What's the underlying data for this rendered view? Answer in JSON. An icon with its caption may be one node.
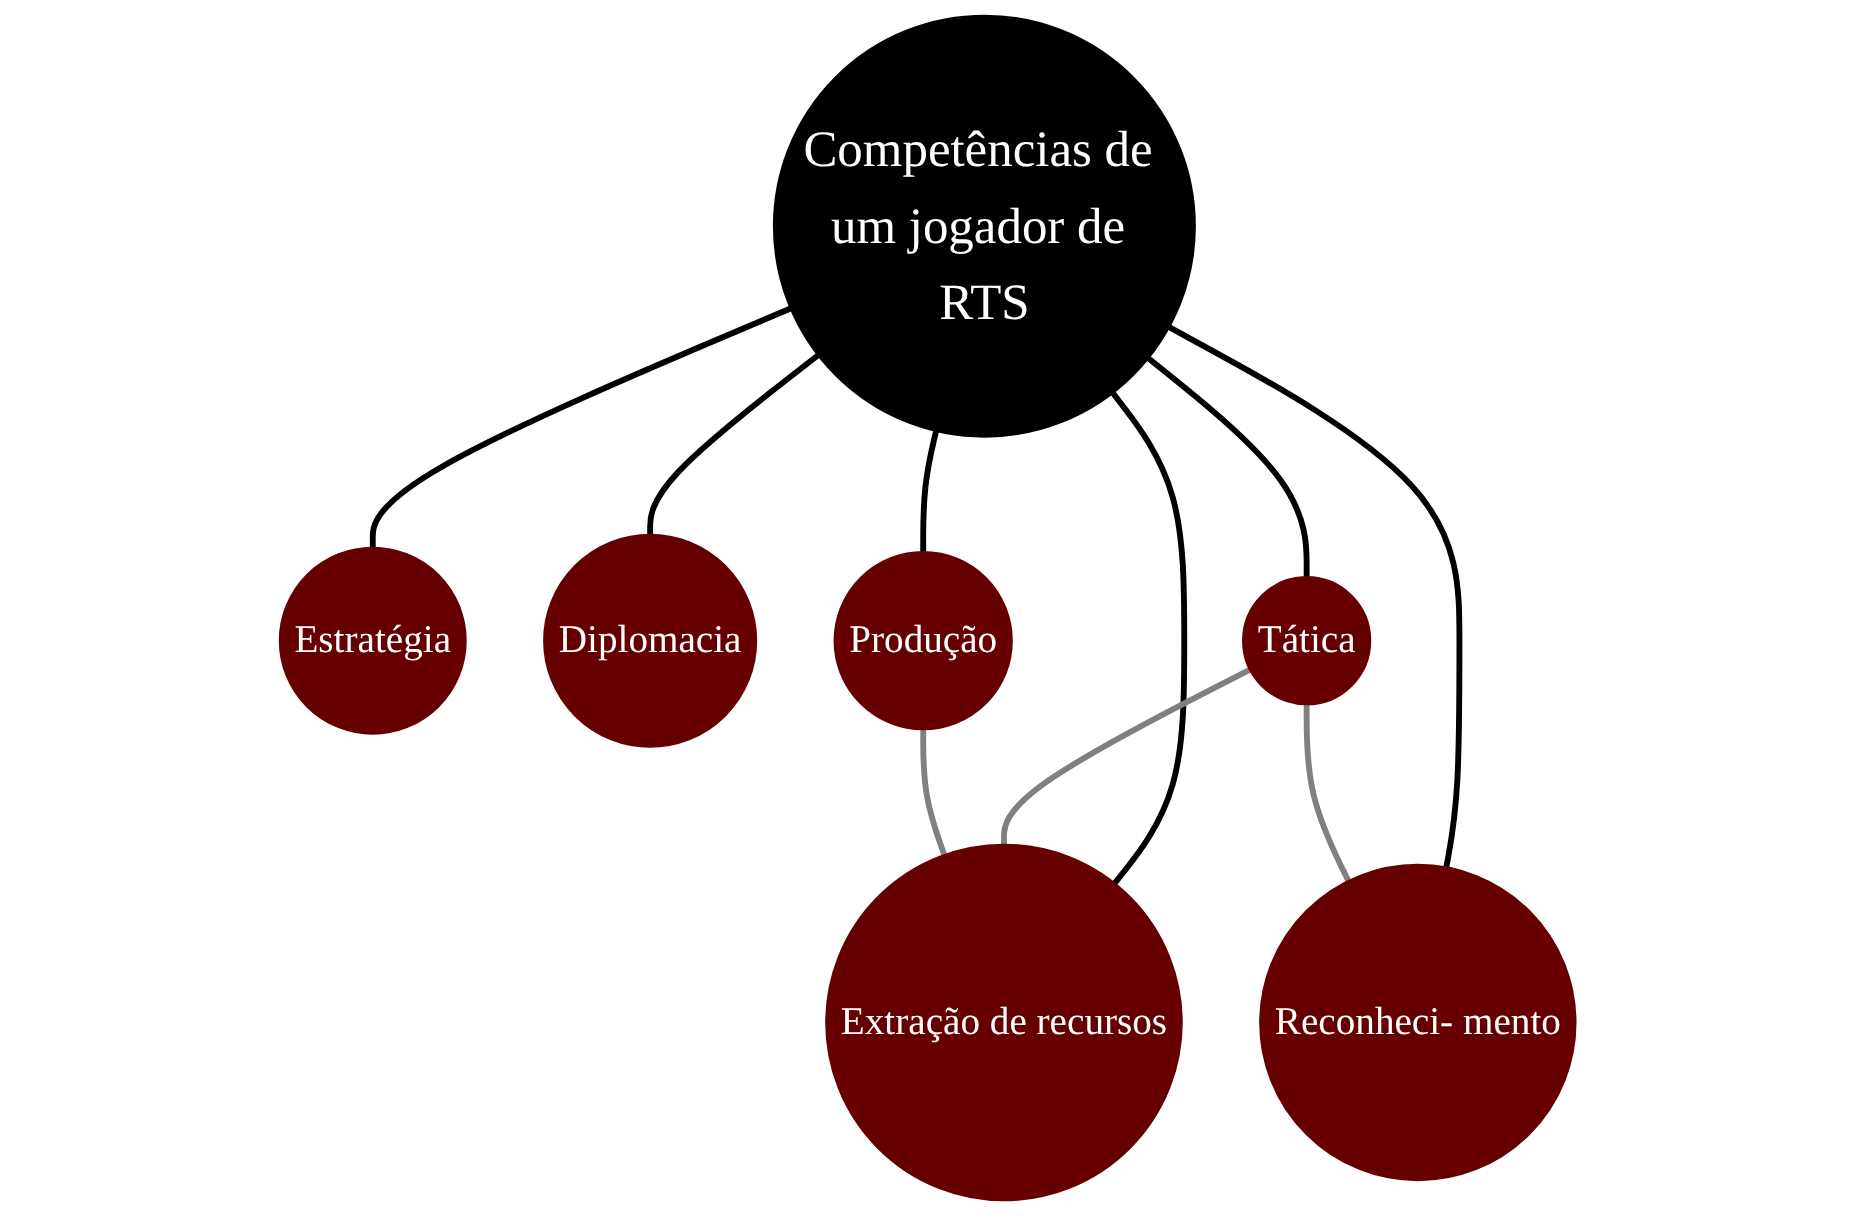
{
  "diagram": {
    "nodes": [
      {
        "text": [
          "Competências de um jogador de RTS"
        ]
      },
      {
        "text": [
          "Estratégia"
        ]
      },
      {
        "text": [
          "Diplomacia"
        ]
      },
      {
        "text": [
          "Tática"
        ]
      },
      {
        "text": [
          "Extração de recursos"
        ]
      },
      {
        "text": [
          "Reconheci- mento"
        ]
      },
      {
        "text": [
          "Produção"
        ]
      }
    ],
    "edges": [
      {
        "from": 0,
        "to": 1,
        "arrow": "none"
      },
      {
        "from": 0,
        "to": 2,
        "arrow": "none"
      },
      {
        "from": 0,
        "to": 3,
        "arrow": "none"
      },
      {
        "from": 0,
        "to": 4,
        "arrow": "none"
      },
      {
        "from": 0,
        "to": 5,
        "arrow": "none"
      },
      {
        "from": 0,
        "to": 6,
        "arrow": "none"
      },
      {
        "from": 3,
        "to": 4,
        "arrow": "none",
        "color": "#808080"
      },
      {
        "from": 3,
        "to": 5,
        "arrow": "none",
        "color": "#808080"
      },
      {
        "from": 6,
        "to": 4,
        "arrow": "none",
        "color": "#808080"
      }
    ]
  }
}
